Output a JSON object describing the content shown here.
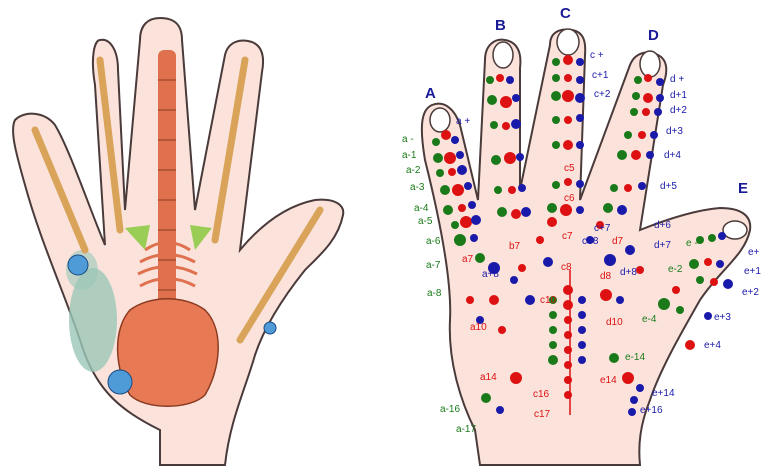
{
  "colors": {
    "skin": "#fbe3dc",
    "outline": "#4a3a3a",
    "bone": "#d9a35a",
    "spine": "#e0714e",
    "pelvis": "#e77a55",
    "joint": "#9acd55",
    "lung": "#9bc7b8",
    "circle": "#4f9bd8",
    "green": "#1a7a1a",
    "red": "#dd1111",
    "blue": "#1a1aaa",
    "letter": "#1a1a99"
  },
  "fingers": {
    "A": "A",
    "B": "B",
    "C": "C",
    "D": "D",
    "E": "E"
  },
  "labels": {
    "a_plus": "a +",
    "a_minus": "a -",
    "a_1": "a-1",
    "a_2": "a-2",
    "a_3": "a-3",
    "a_4": "a-4",
    "a_5": "a-5",
    "a_6": "a-6",
    "a_7": "a-7",
    "a_8": "a-8",
    "a_16": "a-16",
    "a_17": "a-17",
    "c_plus": "c +",
    "c_p1": "c+1",
    "c_p2": "c+2",
    "d_plus": "d +",
    "d_p1": "d+1",
    "d_p2": "d+2",
    "d_p3": "d+3",
    "d_p4": "d+4",
    "d_p5": "d+5",
    "d_p6": "d+6",
    "d_p7": "d+7",
    "d_p8": "d+8",
    "e_plus": "e+",
    "e_p1": "e+1",
    "e_p2": "e+2",
    "e_p3": "e+3",
    "e_p4": "e+4",
    "e_p14": "e+14",
    "e_p16": "e+16",
    "e_m": "e -",
    "e_2": "e-2",
    "e_4": "e-4",
    "e_14": "e-14",
    "e14": "e14",
    "c5": "c5",
    "c6": "c6",
    "c7": "c7",
    "c8": "c8",
    "c10": "c10",
    "c16": "c16",
    "c17": "c17",
    "c_p7": "c+7",
    "c_p8": "c+8",
    "b7": "b7",
    "d7": "d7",
    "d8": "d8",
    "d10": "d10",
    "a7": "a7",
    "a_p8": "a+8",
    "a10": "a10",
    "a14": "a14"
  }
}
